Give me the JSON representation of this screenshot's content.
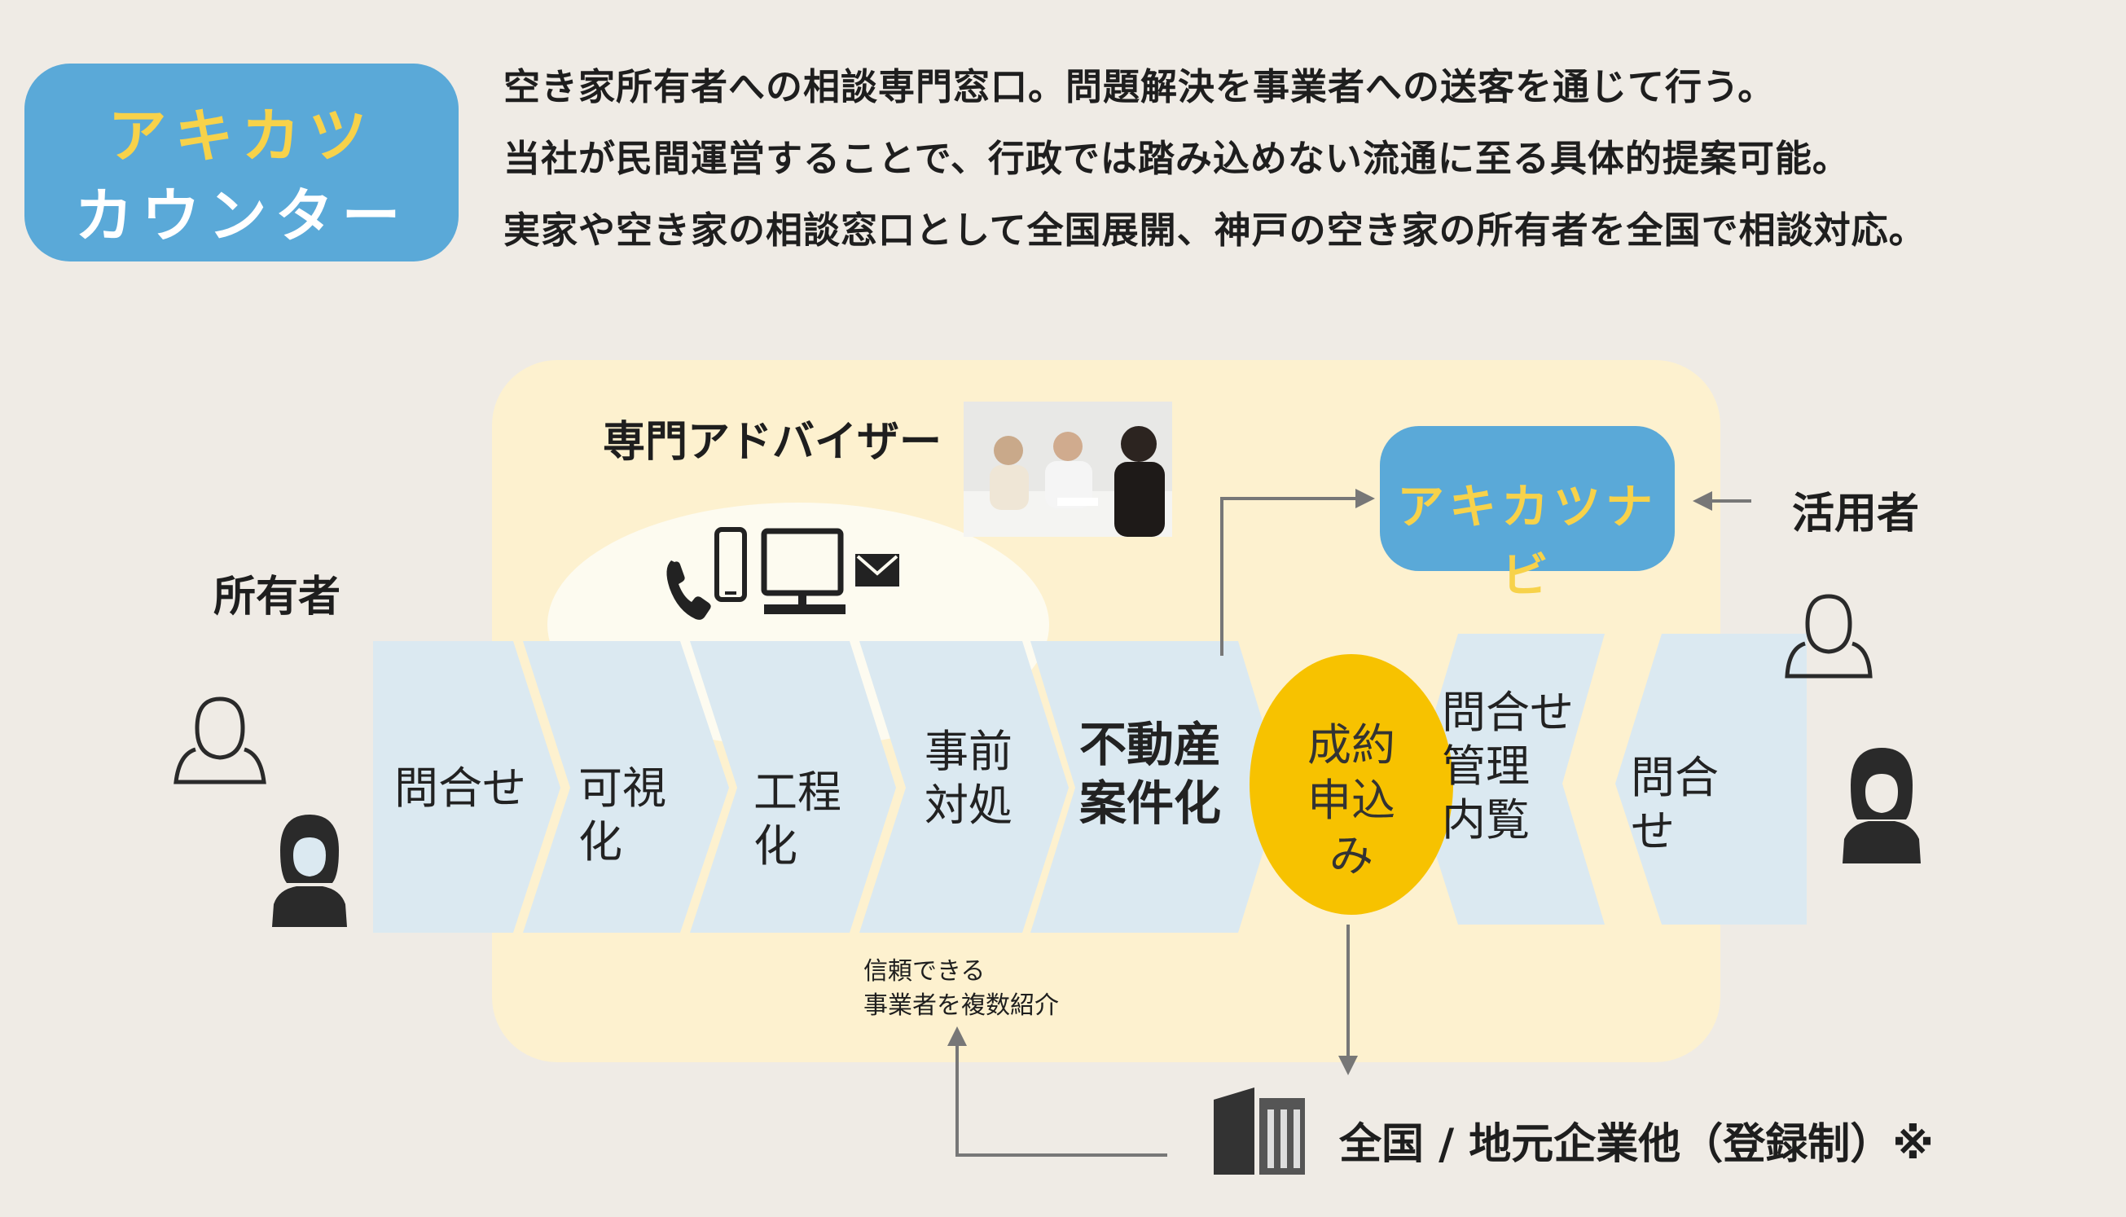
{
  "logo": {
    "line1": "アキカツ",
    "line2": "カウンター",
    "bg_color": "#5aa9d8",
    "accent_color": "#f7d24a"
  },
  "description": [
    "空き家所有者への相談専門窓口。問題解決を事業者への送客を通じて行う。",
    "当社が民間運営することで、行政では踏み込めない流通に至る具体的提案可能。",
    "実家や空き家の相談窓口として全国展開、神戸の空き家の所有者を全国で相談対応。"
  ],
  "diagram": {
    "advisor_label": "専門アドバイザー",
    "owner_label": "所有者",
    "user_label": "活用者",
    "navi_label": "アキカツナビ",
    "steps": [
      {
        "lines": [
          "問合せ"
        ]
      },
      {
        "lines": [
          "可視",
          "化"
        ]
      },
      {
        "lines": [
          "工程",
          "化"
        ]
      },
      {
        "lines": [
          "事前",
          "対処"
        ]
      },
      {
        "lines": [
          "不動産",
          "案件化"
        ]
      }
    ],
    "closing": {
      "lines": [
        "成約",
        "申込",
        "み"
      ]
    },
    "user_steps": [
      {
        "lines": [
          "問合せ",
          "管理",
          "内覧"
        ]
      },
      {
        "lines": [
          "問合",
          "せ"
        ]
      }
    ],
    "trust_note": [
      "信頼できる",
      "事業者を複数紹介"
    ],
    "company_label": "全国 / 地元企業他（登録制）※",
    "icons": [
      "phone-icon",
      "smartphone-icon",
      "computer-icon",
      "mail-icon",
      "person-icon",
      "building-icon",
      "consultation-photo"
    ],
    "colors": {
      "panel": "#fdf1cf",
      "chevron": "#dbe9f1",
      "closing": "#f7c200",
      "navi": "#5aa9d8",
      "arrow": "#777777"
    }
  }
}
